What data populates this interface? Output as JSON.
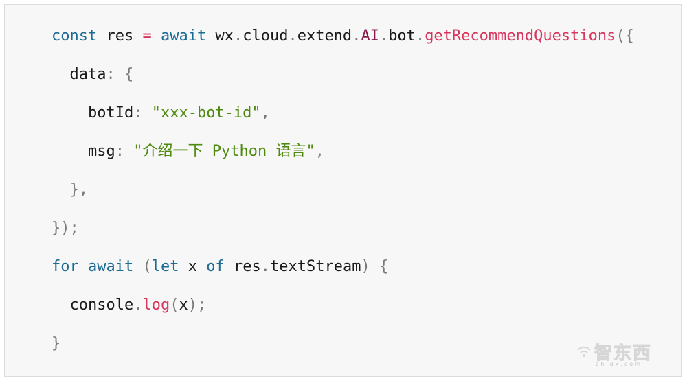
{
  "code": {
    "line1": {
      "kw_const": "const",
      "sp1": " ",
      "res": "res",
      "sp2": " ",
      "eq": "=",
      "sp3": " ",
      "kw_await": "await",
      "sp4": " ",
      "wx": "wx",
      "dot1": ".",
      "cloud": "cloud",
      "dot2": ".",
      "extend": "extend",
      "dot3": ".",
      "ai": "AI",
      "dot4": ".",
      "bot": "bot",
      "dot5": ".",
      "fn": "getRecommendQuestions",
      "open": "({"
    },
    "line2": {
      "indent": "  ",
      "key": "data",
      "colon": ":",
      "sp": " ",
      "brace": "{"
    },
    "line3": {
      "indent": "    ",
      "key": "botId",
      "colon": ":",
      "sp": " ",
      "value": "\"xxx-bot-id\"",
      "comma": ","
    },
    "line4": {
      "indent": "    ",
      "key": "msg",
      "colon": ":",
      "sp": " ",
      "value": "\"介绍一下 Python 语言\"",
      "comma": ","
    },
    "line5": {
      "indent": "  ",
      "close": "},"
    },
    "line6": {
      "close": "});"
    },
    "line7": {
      "kw_for": "for",
      "sp1": " ",
      "kw_await": "await",
      "sp2": " ",
      "paren_open": "(",
      "kw_let": "let",
      "sp3": " ",
      "x": "x",
      "sp4": " ",
      "kw_of": "of",
      "sp5": " ",
      "res": "res",
      "dot": ".",
      "text_stream": "textStream",
      "paren_close": ")",
      "sp6": " ",
      "brace": "{"
    },
    "line8": {
      "indent": "  ",
      "console": "console",
      "dot": ".",
      "log": "log",
      "paren_open": "(",
      "x": "x",
      "paren_close": ");"
    },
    "line9": {
      "close": "}"
    }
  },
  "watermark": {
    "text": "智东西",
    "sub": "zhidx.com"
  },
  "colors": {
    "keyword": "#1b6b93",
    "property": "#8a1a4e",
    "function": "#d7355c",
    "string": "#4f8a10",
    "punctuation": "#7a7a7a",
    "background": "#f7f7f7"
  }
}
